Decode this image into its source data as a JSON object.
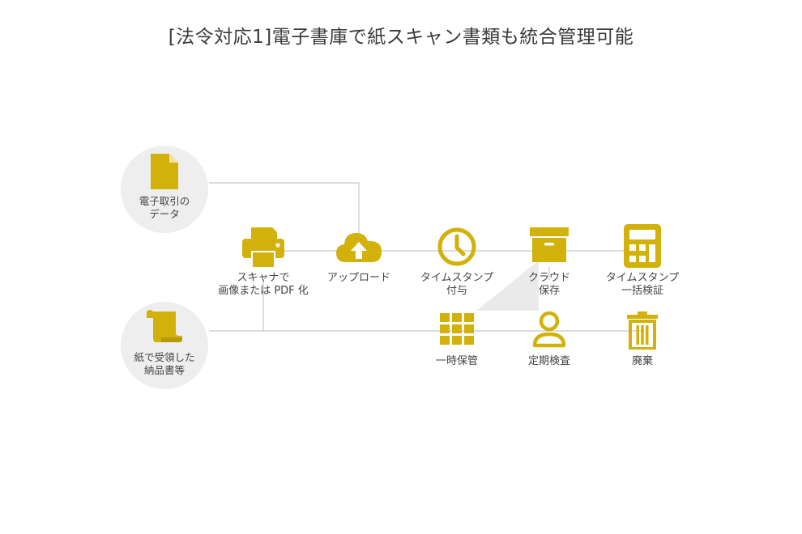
{
  "title": "[法令対応1]電子書庫で紙スキャン書類も統合管理可能",
  "colors": {
    "accent": "#d1b10a",
    "line": "#c8c8c8",
    "circle": "#eeeeee"
  },
  "sources": [
    {
      "icon": "document-icon",
      "lines": [
        "電子取引の",
        "データ"
      ]
    },
    {
      "icon": "paper-scroll-icon",
      "lines": [
        "紙で受領した",
        "納品書等"
      ]
    }
  ],
  "steps": [
    {
      "icon": "printer-icon",
      "lines": [
        "スキャナで",
        "画像または PDF 化"
      ]
    },
    {
      "icon": "cloud-upload-icon",
      "lines": [
        "アップロード"
      ]
    },
    {
      "icon": "clock-icon",
      "lines": [
        "タイムスタンプ",
        "付与"
      ]
    },
    {
      "icon": "archive-box-icon",
      "lines": [
        "クラウド",
        "保存"
      ]
    },
    {
      "icon": "calculator-icon",
      "lines": [
        "タイムスタンプ",
        "一括検証"
      ]
    }
  ],
  "lower": [
    {
      "icon": "grid-icon",
      "lines": [
        "一時保管"
      ]
    },
    {
      "icon": "person-icon",
      "lines": [
        "定期検査"
      ]
    },
    {
      "icon": "trash-icon",
      "lines": [
        "廃棄"
      ]
    }
  ]
}
